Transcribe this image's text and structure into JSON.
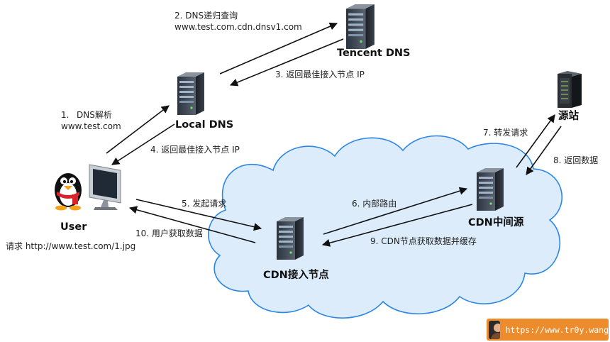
{
  "nodes": {
    "tencent_dns": "Tencent DNS",
    "local_dns": "Local DNS",
    "user": "User",
    "origin": "源站",
    "cdn_edge": "CDN接入节点",
    "cdn_mid": "CDN中间源"
  },
  "steps": {
    "s1_num": "1.",
    "s1_a": "DNS解析",
    "s1_b": "www.test.com",
    "s2_a": "2. DNS递归查询",
    "s2_b": "www.test.com.cdn.dnsv1.com",
    "s3": "3. 返回最佳接入节点 IP",
    "s4": "4. 返回最佳接入节点 IP",
    "s5": "5. 发起请求",
    "s6": "6. 内部路由",
    "s7": "7. 转发请求",
    "s8": "8. 返回数据",
    "s9": "9. CDN节点获取数据并缓存",
    "s10": "10. 用户获取数据"
  },
  "user_request": "请求 http://www.test.com/1.jpg",
  "watermark": {
    "url": "https://www.tr0y.wang"
  },
  "colors": {
    "cloud_fill": "#dcecfb",
    "cloud_stroke": "#2b86e6",
    "arrow": "#111111",
    "badge": "#ec8c2c"
  }
}
